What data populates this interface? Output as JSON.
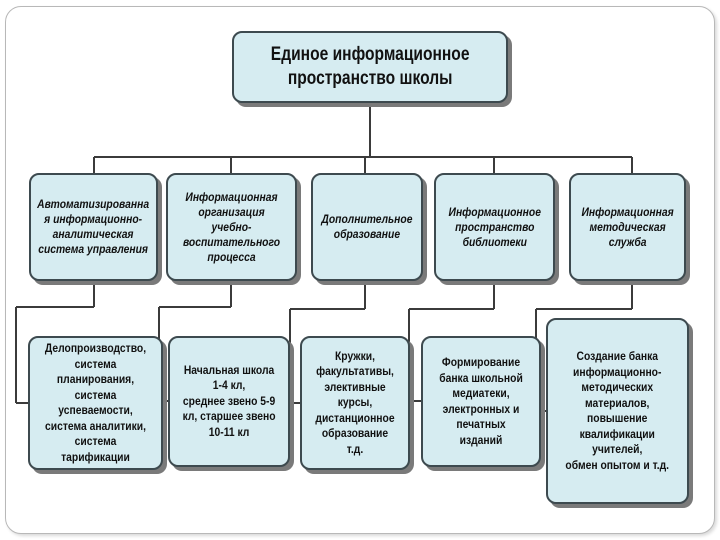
{
  "diagram": {
    "root": {
      "text": "Единое информационное\nпространство школы"
    },
    "branches": [
      {
        "label": "Автоматизированна\nя информационно-\nаналитическая\nсистема управления",
        "detail": "Делопроизводство,\nсистема планирования,\nсистема успеваемости,\nсистема аналитики,\nсистема тарификации"
      },
      {
        "label": "Информационная\nорганизация учебно-\nвоспитательного\nпроцесса",
        "detail": "Начальная школа\n1-4 кл,\nсреднее звено 5-9\nкл, старшее звено\n10-11 кл"
      },
      {
        "label": "Дополнительное\nобразование",
        "detail": "Кружки,\nфакультативы,\nэлективные\nкурсы,\nдистанционное\nобразование т.д."
      },
      {
        "label": "Информационное\nпространство\nбиблиотеки",
        "detail": "Формирование\nбанка школьной\nмедиатеки,\nэлектронных и\nпечатных изданий"
      },
      {
        "label": "Информационная\nметодическая\nслужба",
        "detail": "Создание банка\nинформационно-\nметодических\nматериалов,\nповышение\nквалификации\nучителей,\nобмен опытом и т.д."
      }
    ]
  },
  "colors": {
    "box_fill": "#d6ecf1",
    "box_border": "#3d4a4f",
    "shadow": "#7a7a7a",
    "connector": "#3b3b3b"
  }
}
